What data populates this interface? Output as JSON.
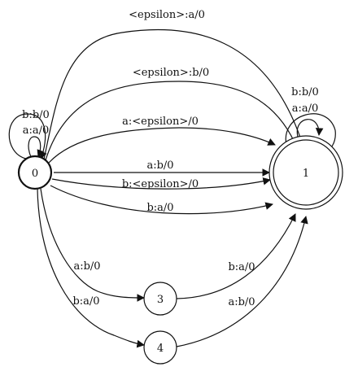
{
  "states": [
    {
      "id": "0",
      "label": "0",
      "initial": true,
      "final": false
    },
    {
      "id": "1",
      "label": "1",
      "initial": false,
      "final": true
    },
    {
      "id": "3",
      "label": "3",
      "initial": false,
      "final": false
    },
    {
      "id": "4",
      "label": "4",
      "initial": false,
      "final": false
    }
  ],
  "transitions": [
    {
      "from": "0",
      "to": "1",
      "label": "<epsilon>:a/0"
    },
    {
      "from": "0",
      "to": "1",
      "label": "<epsilon>:b/0"
    },
    {
      "from": "0",
      "to": "1",
      "label": "a:<epsilon>/0"
    },
    {
      "from": "0",
      "to": "1",
      "label": "a:b/0"
    },
    {
      "from": "0",
      "to": "1",
      "label": "b:<epsilon>/0"
    },
    {
      "from": "0",
      "to": "1",
      "label": "b:a/0"
    },
    {
      "from": "0",
      "to": "0",
      "label": "b:b/0"
    },
    {
      "from": "0",
      "to": "0",
      "label": "a:a/0"
    },
    {
      "from": "1",
      "to": "1",
      "label": "b:b/0"
    },
    {
      "from": "1",
      "to": "1",
      "label": "a:a/0"
    },
    {
      "from": "0",
      "to": "3",
      "label": "a:b/0"
    },
    {
      "from": "0",
      "to": "4",
      "label": "b:a/0"
    },
    {
      "from": "3",
      "to": "1",
      "label": "b:a/0"
    },
    {
      "from": "4",
      "to": "1",
      "label": "a:b/0"
    }
  ]
}
